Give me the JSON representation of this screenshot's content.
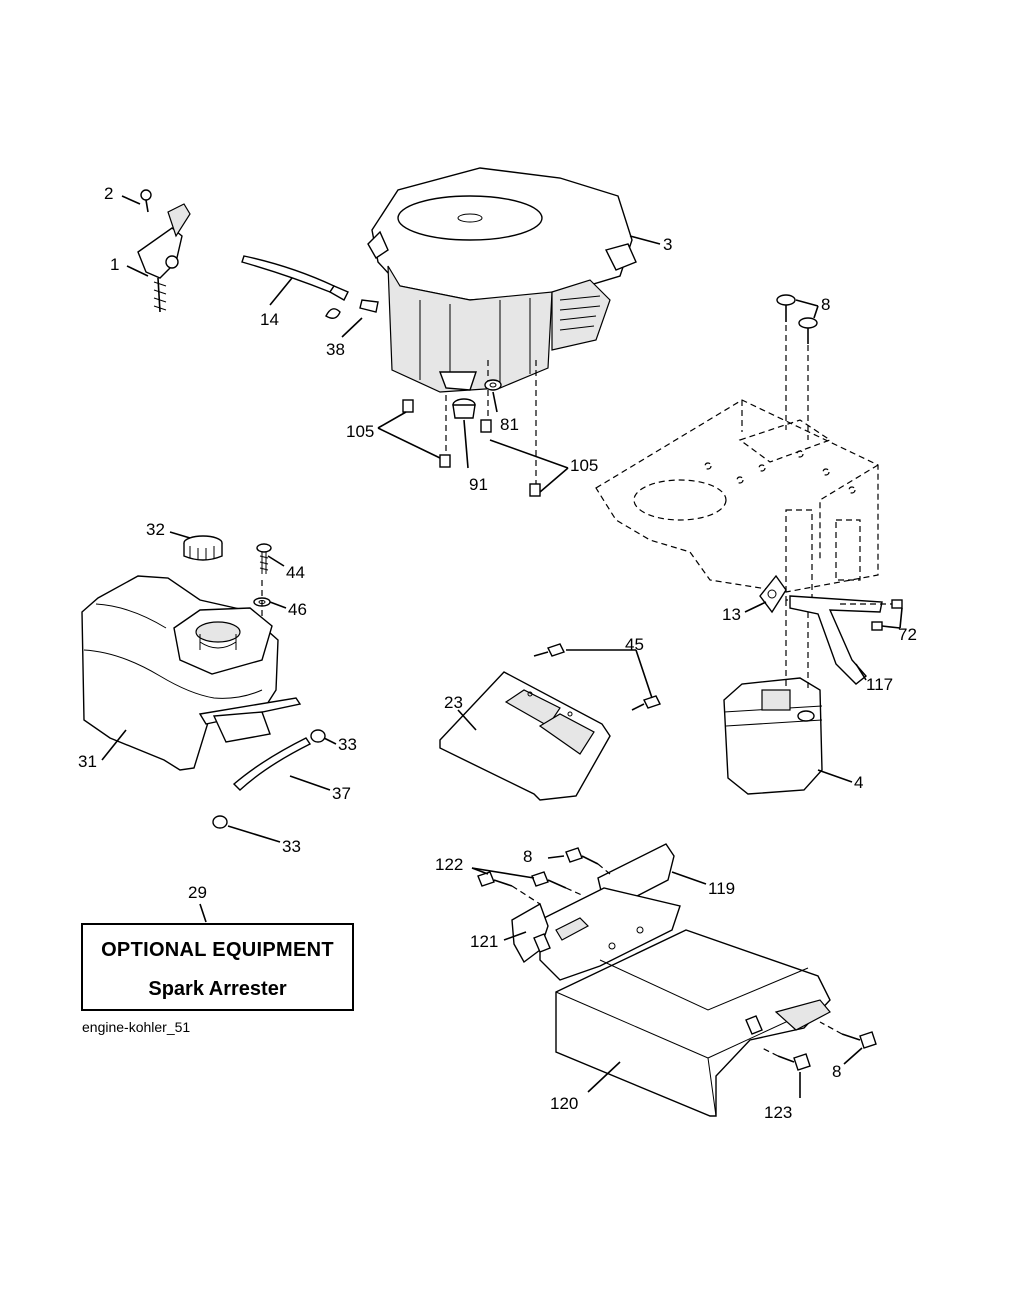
{
  "diagram": {
    "figure_id": "engine-kohler_51",
    "optional_box": {
      "line1": "OPTIONAL EQUIPMENT",
      "line2": "Spark Arrester"
    },
    "callouts": {
      "c1": "1",
      "c2": "2",
      "c3": "3",
      "c4": "4",
      "c8a": "8",
      "c8b": "8",
      "c8c": "8",
      "c13": "13",
      "c14": "14",
      "c23": "23",
      "c29": "29",
      "c31": "31",
      "c32": "32",
      "c33a": "33",
      "c33b": "33",
      "c37": "37",
      "c38": "38",
      "c44": "44",
      "c45": "45",
      "c46": "46",
      "c72": "72",
      "c81": "81",
      "c91": "91",
      "c105a": "105",
      "c105b": "105",
      "c117": "117",
      "c119": "119",
      "c120": "120",
      "c121": "121",
      "c122": "122",
      "c123": "123"
    }
  }
}
